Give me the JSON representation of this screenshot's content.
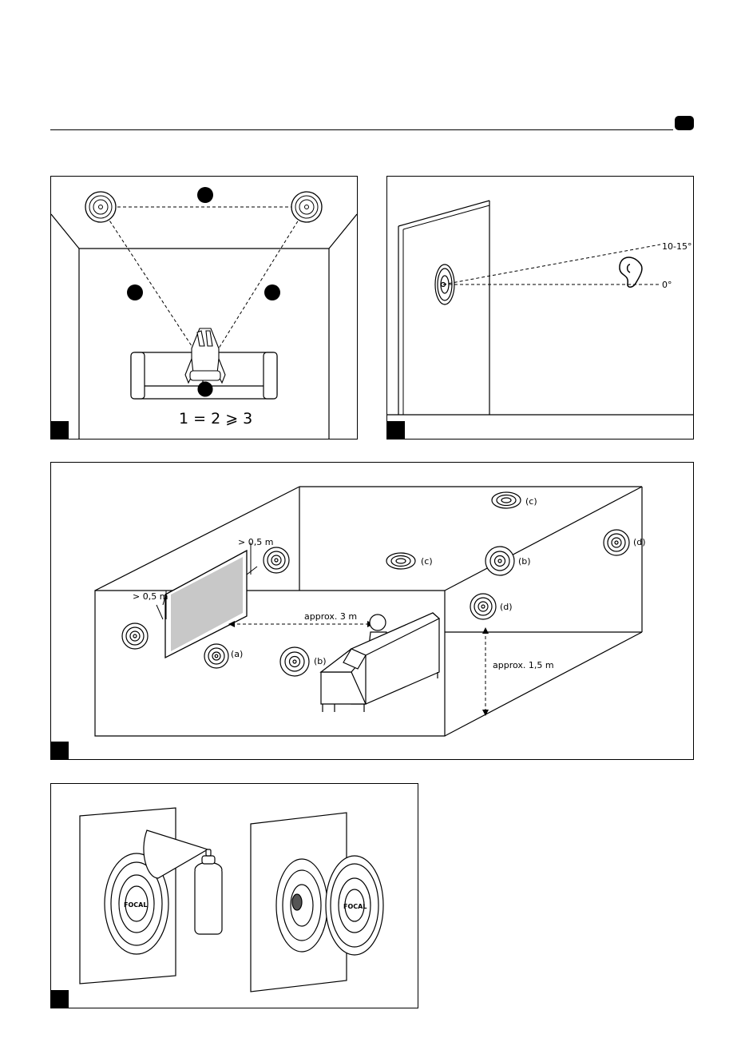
{
  "panel1": {
    "formula": "1 = 2 ⩾ 3"
  },
  "panel2": {
    "angle_high": "10-15°",
    "angle_zero": "0°"
  },
  "panel3": {
    "dist_left": "> 0,5 m",
    "dist_right": "> 0,5 m",
    "label_a": "(a)",
    "label_b1": "(b)",
    "label_b2": "(b)",
    "label_c1": "(c)",
    "label_c2": "(c)",
    "label_d1": "(d)",
    "label_d2": "(d)",
    "viewing_distance": "approx. 3 m",
    "height": "approx. 1,5 m"
  },
  "panel4": {
    "brand_left": "FOCAL",
    "brand_right": "FOCAL"
  }
}
